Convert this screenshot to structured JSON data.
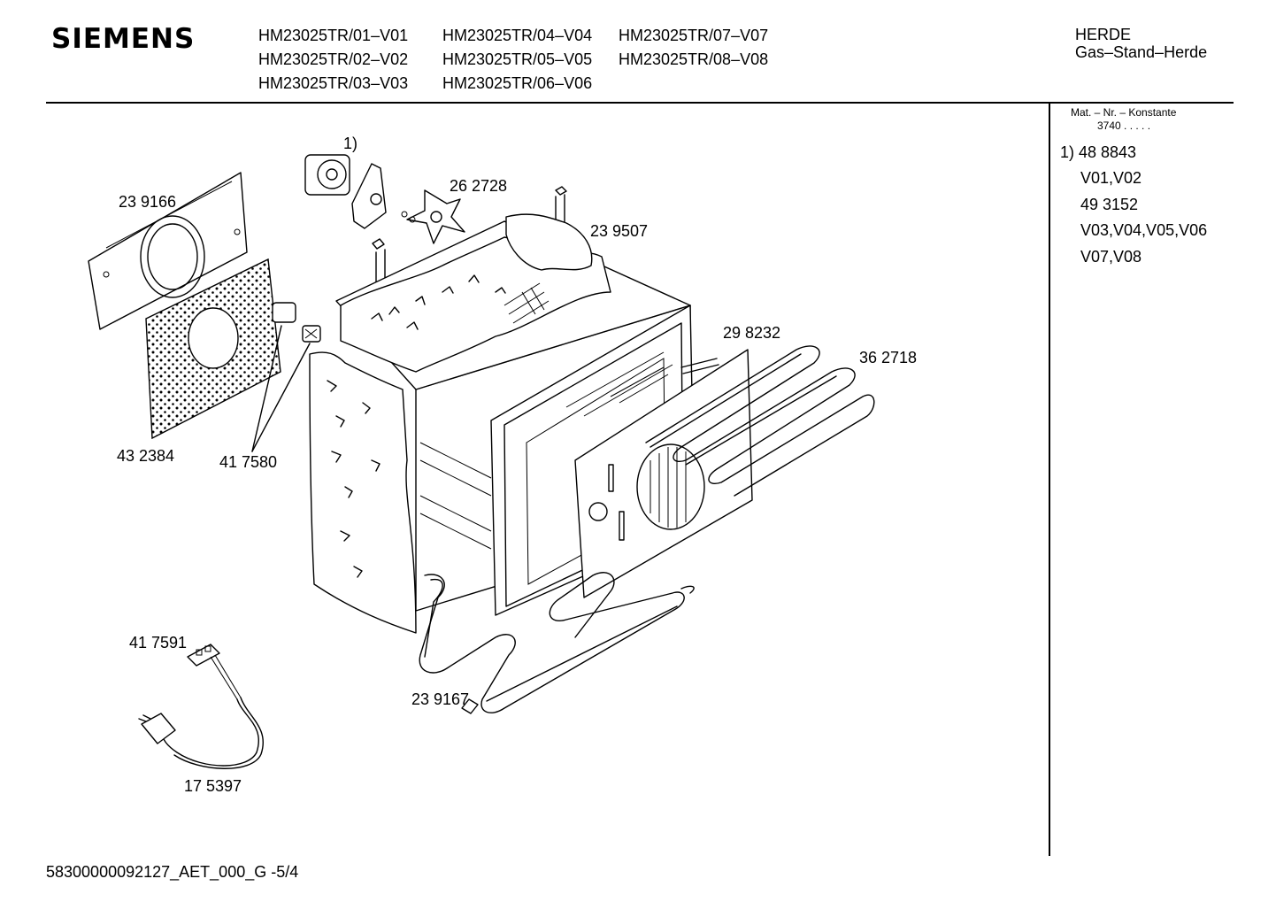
{
  "header": {
    "brand": "SIEMENS",
    "models": [
      "HM23025TR/01–V01",
      "HM23025TR/02–V02",
      "HM23025TR/03–V03",
      "HM23025TR/04–V04",
      "HM23025TR/05–V05",
      "HM23025TR/06–V06",
      "HM23025TR/07–V07",
      "HM23025TR/08–V08"
    ],
    "category": "HERDE",
    "subcategory": "Gas–Stand–Herde"
  },
  "sidebar": {
    "heading": "Mat. – Nr. – Konstante",
    "constant": "3740  .   .   .   .   .",
    "items": [
      "1) 48 8843",
      "V01,V02",
      "49 3152",
      "V03,V04,V05,V06",
      "V07,V08"
    ]
  },
  "parts": {
    "note": "1)",
    "p239166": "23 9166",
    "p262728": "26 2728",
    "p239507": "23 9507",
    "p298232": "29 8232",
    "p362718": "36 2718",
    "p432384": "43 2384",
    "p417580": "41 7580",
    "p417591": "41 7591",
    "p239167": "23 9167",
    "p175397": "17 5397"
  },
  "footer": {
    "code": "58300000092127_AET_000_G   -5/4"
  }
}
